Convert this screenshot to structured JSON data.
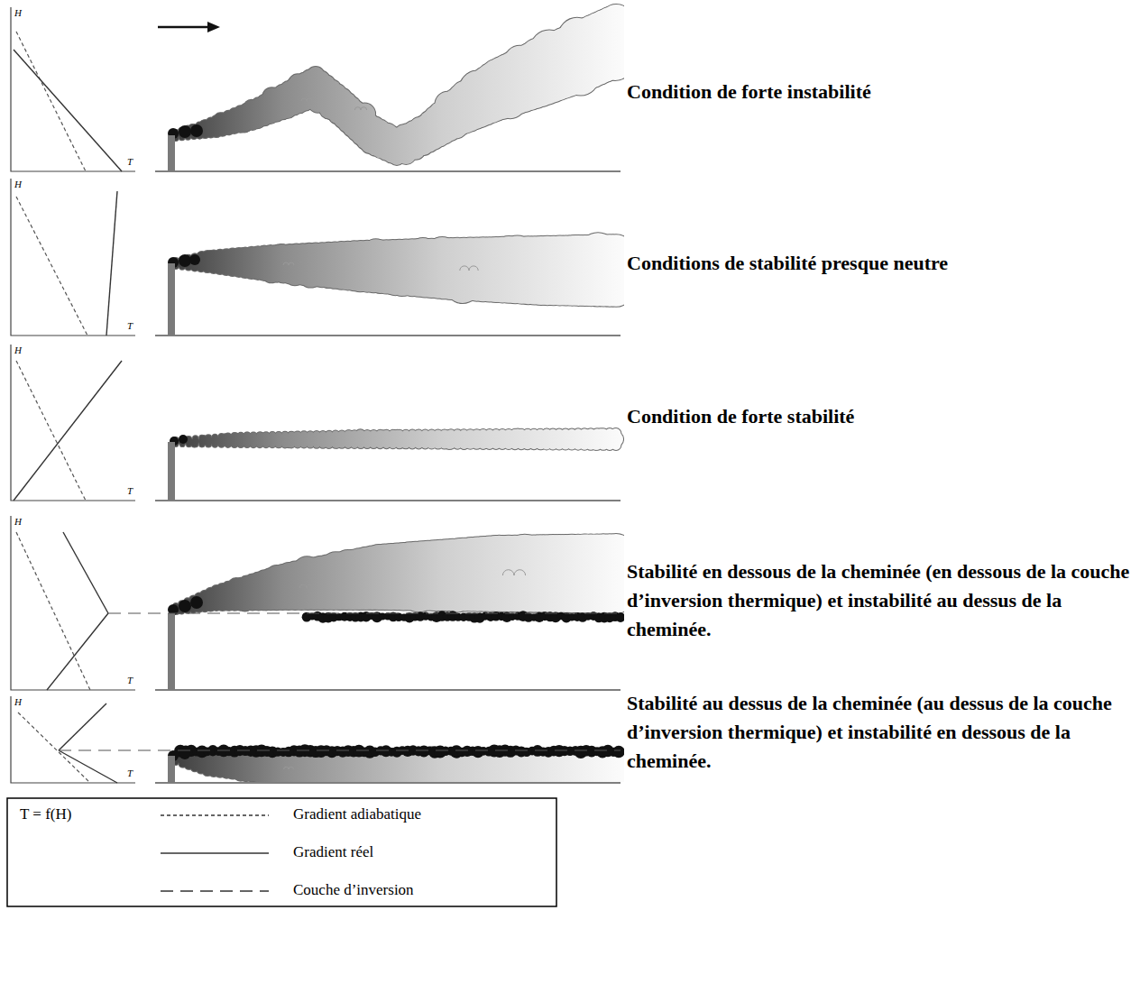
{
  "diagram": {
    "labels": [
      "H",
      "T",
      "Condition de forte instabilité",
      "H",
      "T",
      "Conditions de stabilité presque neutre",
      "H",
      "T",
      "Condition de forte stabilité",
      "H",
      "T",
      "Stabilité en dessous de la cheminée (en dessous de la couche d’inversion thermique) et instabilité au dessus de la cheminée.",
      "H",
      "T",
      "Stabilité au dessus de la cheminée (au dessus de la couche d’inversion thermique) et instabilité en dessous de la cheminée.",
      "T = f(H)"
    ],
    "legend": [
      {
        "text": "Gradient adiabatique"
      },
      {
        "text": "Gradient réel"
      },
      {
        "text": "Couche d’inversion"
      }
    ]
  }
}
